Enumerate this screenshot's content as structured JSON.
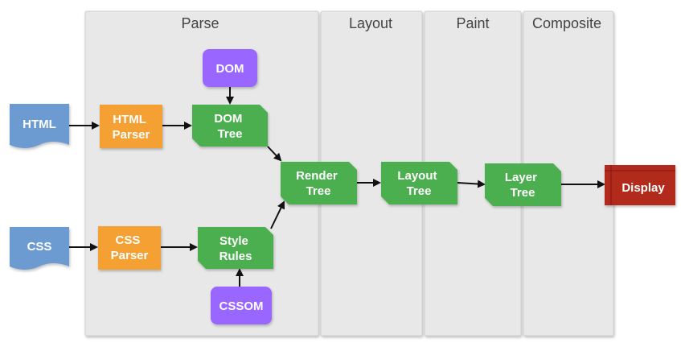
{
  "stages": {
    "parse": "Parse",
    "layout": "Layout",
    "paint": "Paint",
    "composite": "Composite"
  },
  "nodes": {
    "html_input": "HTML",
    "css_input": "CSS",
    "html_parser": [
      "HTML",
      "Parser"
    ],
    "css_parser": [
      "CSS",
      "Parser"
    ],
    "dom": "DOM",
    "cssom": "CSSOM",
    "dom_tree": [
      "DOM",
      "Tree"
    ],
    "style_rules": [
      "Style",
      "Rules"
    ],
    "render_tree": [
      "Render",
      "Tree"
    ],
    "layout_tree": [
      "Layout",
      "Tree"
    ],
    "layer_tree": [
      "Layer",
      "Tree"
    ],
    "display": "Display"
  },
  "colors": {
    "panel": "#e8e8e8",
    "panel_border": "#cfcfcf",
    "input_blue": "#6c9bd2",
    "parser_orange": "#f5a033",
    "tree_green": "#4caf50",
    "object_purple": "#9966ff",
    "display_red": "#b22a1f",
    "arrow": "#111111"
  }
}
